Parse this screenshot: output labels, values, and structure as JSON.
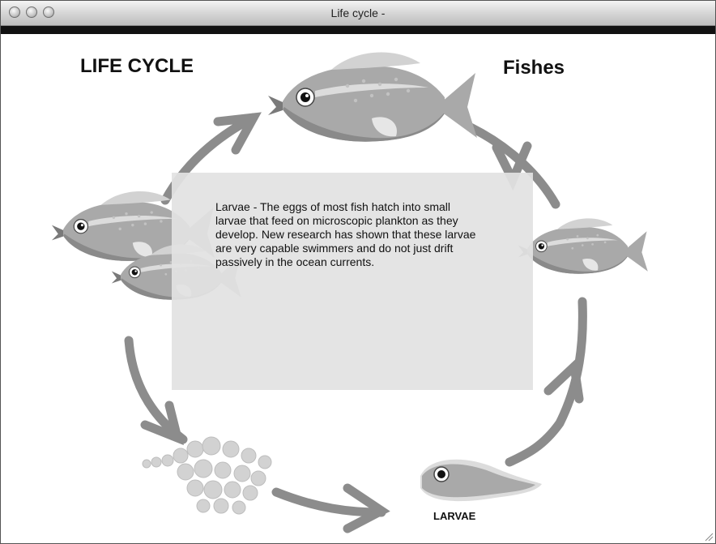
{
  "window": {
    "title": "Life cycle -",
    "controls": [
      "close-button",
      "minimize-button",
      "zoom-button"
    ]
  },
  "diagram": {
    "heading_left": "LIFE CYCLE",
    "heading_right": "Fishes",
    "info_text": "Larvae - The eggs of most fish hatch into small larvae that feed on microscopic plankton as they develop. New research has shown that these larvae are very capable swimmers and do not just drift passively in the ocean currents.",
    "stage_label": "LARVAE",
    "stages": [
      "adult-fish",
      "juvenile-fish",
      "larvae",
      "eggs",
      "spawning-fish"
    ],
    "colors": {
      "arrow": "#8c8c8c",
      "fish_body": "#a9a9a9",
      "fish_belly": "#8a8a8a",
      "fish_stripe": "#dcdcdc",
      "eggs": "#d2d2d2",
      "panel": "#e2e2e2"
    }
  }
}
